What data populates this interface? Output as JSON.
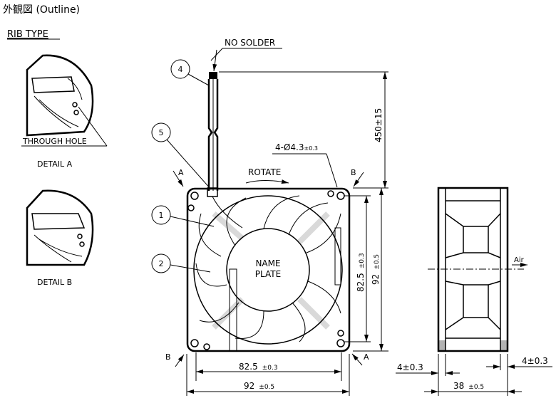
{
  "title": "外観図 (Outline)",
  "subtitle": "RIB TYPE",
  "detail_a": {
    "callout": "THROUGH HOLE",
    "label": "DETAIL A"
  },
  "detail_b": {
    "label": "DETAIL B"
  },
  "front_view": {
    "no_solder": "NO SOLDER",
    "rotate": "ROTATE",
    "hole_spec_main": "4-Ø4.3",
    "hole_spec_tol": "±0.3",
    "name_plate_1": "NAME",
    "name_plate_2": "PLATE",
    "balloons": [
      "1",
      "2",
      "4",
      "5"
    ],
    "section_a": "A",
    "section_b": "B",
    "lead_length": "450±15",
    "hole_pitch_v": "82.5",
    "hole_pitch_v_tol": "±0.3",
    "size_v": "92",
    "size_v_tol": "±0.5",
    "hole_pitch_h": "82.5",
    "hole_pitch_h_tol": "±0.3",
    "size_h": "92",
    "size_h_tol": "±0.5"
  },
  "side_view": {
    "air": "Air",
    "flange_left": "4±0.3",
    "flange_right": "4±0.3",
    "depth": "38",
    "depth_tol": "±0.5"
  }
}
